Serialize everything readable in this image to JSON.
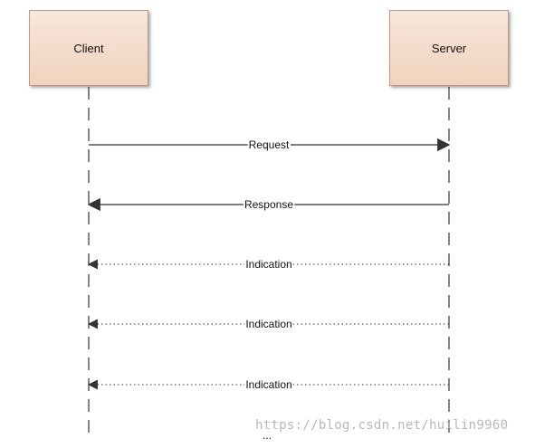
{
  "actors": {
    "client": "Client",
    "server": "Server"
  },
  "messages": [
    {
      "label": "Request",
      "direction": "client-to-server",
      "line_style": "solid"
    },
    {
      "label": "Response",
      "direction": "server-to-client",
      "line_style": "solid"
    },
    {
      "label": "Indication",
      "direction": "server-to-client",
      "line_style": "dotted"
    },
    {
      "label": "Indication",
      "direction": "server-to-client",
      "line_style": "dotted"
    },
    {
      "label": "Indication",
      "direction": "server-to-client",
      "line_style": "dotted"
    }
  ],
  "continuation": "...",
  "watermark": "https://blog.csdn.net/huilin9960",
  "colors": {
    "actor_fill": "#f4dccb",
    "actor_border": "#b8988a",
    "line": "#333333"
  }
}
